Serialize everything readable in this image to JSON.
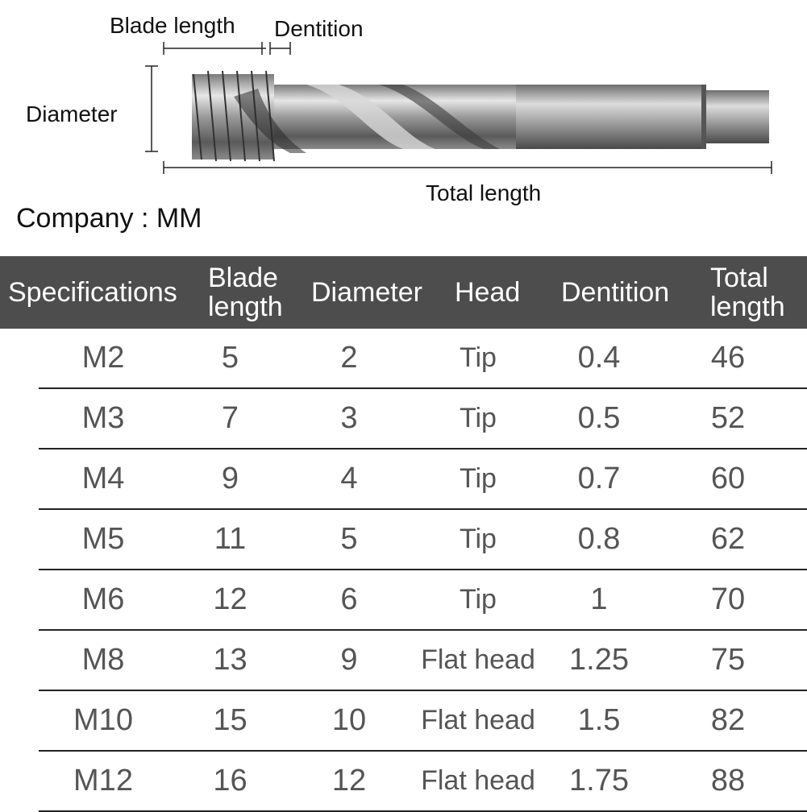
{
  "diagram": {
    "labels": {
      "blade_length": "Blade length",
      "dentition": "Dentition",
      "diameter": "Diameter",
      "total_length": "Total length"
    }
  },
  "company": "Company : MM",
  "table": {
    "headers": {
      "specifications": "Specifications",
      "blade_length_1": "Blade",
      "blade_length_2": "length",
      "diameter": "Diameter",
      "head": "Head",
      "dentition": "Dentition",
      "total_length_1": "Total",
      "total_length_2": "length"
    },
    "rows": [
      {
        "spec": "M2",
        "blade": "5",
        "diameter": "2",
        "head": "Tip",
        "dentition": "0.4",
        "total": "46"
      },
      {
        "spec": "M3",
        "blade": "7",
        "diameter": "3",
        "head": "Tip",
        "dentition": "0.5",
        "total": "52"
      },
      {
        "spec": "M4",
        "blade": "9",
        "diameter": "4",
        "head": "Tip",
        "dentition": "0.7",
        "total": "60"
      },
      {
        "spec": "M5",
        "blade": "11",
        "diameter": "5",
        "head": "Tip",
        "dentition": "0.8",
        "total": "62"
      },
      {
        "spec": "M6",
        "blade": "12",
        "diameter": "6",
        "head": "Tip",
        "dentition": "1",
        "total": "70"
      },
      {
        "spec": "M8",
        "blade": "13",
        "diameter": "9",
        "head": "Flat head",
        "dentition": "1.25",
        "total": "75"
      },
      {
        "spec": "M10",
        "blade": "15",
        "diameter": "10",
        "head": "Flat head",
        "dentition": "1.5",
        "total": "82"
      },
      {
        "spec": "M12",
        "blade": "16",
        "diameter": "12",
        "head": "Flat head",
        "dentition": "1.75",
        "total": "88"
      }
    ]
  }
}
